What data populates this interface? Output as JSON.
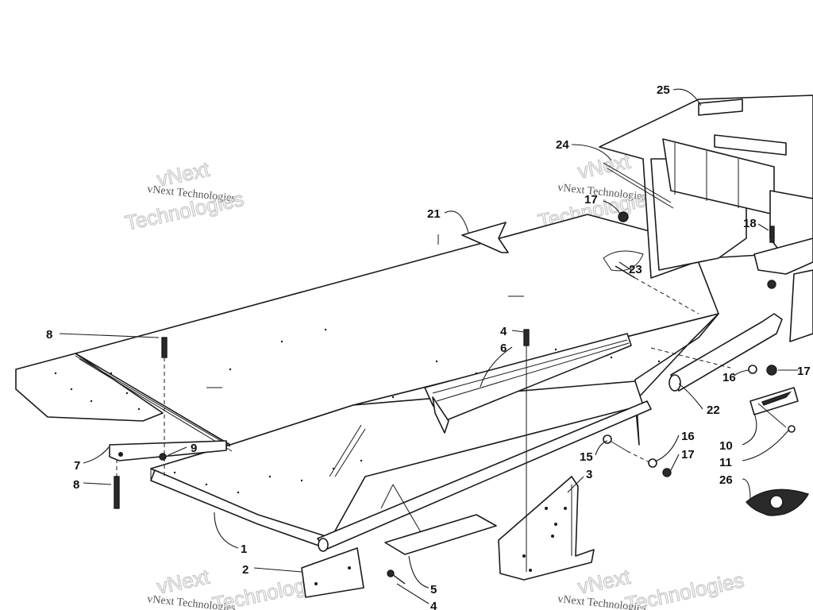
{
  "diagram": {
    "callouts": [
      {
        "id": "c8a",
        "label": "8"
      },
      {
        "id": "c7",
        "label": "7"
      },
      {
        "id": "c8b",
        "label": "8"
      },
      {
        "id": "c9",
        "label": "9"
      },
      {
        "id": "c1",
        "label": "1"
      },
      {
        "id": "c2",
        "label": "2"
      },
      {
        "id": "c4b",
        "label": "4"
      },
      {
        "id": "c5",
        "label": "5"
      },
      {
        "id": "c4a",
        "label": "4"
      },
      {
        "id": "c6",
        "label": "6"
      },
      {
        "id": "c21",
        "label": "21"
      },
      {
        "id": "c3",
        "label": "3"
      },
      {
        "id": "c15",
        "label": "15"
      },
      {
        "id": "c16b",
        "label": "16"
      },
      {
        "id": "c17b",
        "label": "17"
      },
      {
        "id": "c22",
        "label": "22"
      },
      {
        "id": "c16a",
        "label": "16"
      },
      {
        "id": "c17c",
        "label": "17"
      },
      {
        "id": "c10",
        "label": "10"
      },
      {
        "id": "c11",
        "label": "11"
      },
      {
        "id": "c26",
        "label": "26"
      },
      {
        "id": "c23",
        "label": "23"
      },
      {
        "id": "c17a",
        "label": "17"
      },
      {
        "id": "c18",
        "label": "18"
      },
      {
        "id": "c24",
        "label": "24"
      },
      {
        "id": "c25",
        "label": "25"
      }
    ]
  },
  "watermark": {
    "text_small": "vNext Technologies",
    "text_large_1": "vNext",
    "text_large_2": "Technologies"
  }
}
